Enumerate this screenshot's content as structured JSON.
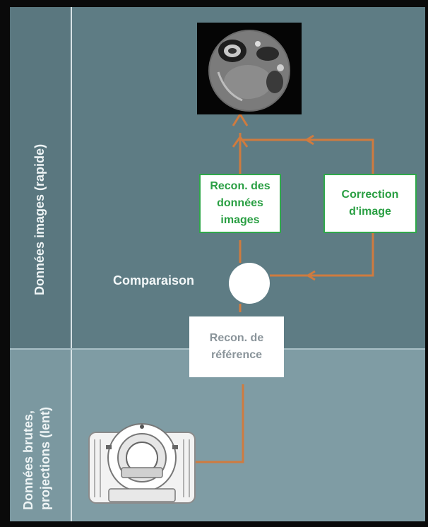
{
  "diagram": {
    "zones": {
      "top_label": "Données images (rapide)",
      "bottom_label_line1": "Données brutes,",
      "bottom_label_line2": "projections (lent)"
    },
    "boxes": {
      "recon_images_line1": "Recon. des",
      "recon_images_line2": "données",
      "recon_images_line3": "images",
      "correction_line1": "Correction",
      "correction_line2": "d'image",
      "recon_reference_line1": "Recon. de",
      "recon_reference_line2": "référence"
    },
    "comparison_label": "Comparaison",
    "colors": {
      "arrow": "#cf7b3f",
      "box_border_green": "#2fa84a",
      "box_text_green": "#2a9f43",
      "box_text_gray": "#8a949a",
      "zone_top_bg": "#5e7c84",
      "zone_bottom_bg": "#7f9ca4"
    },
    "icons": {
      "ct_image": "ct-scan-image",
      "scanner": "ct-scanner-icon"
    }
  }
}
